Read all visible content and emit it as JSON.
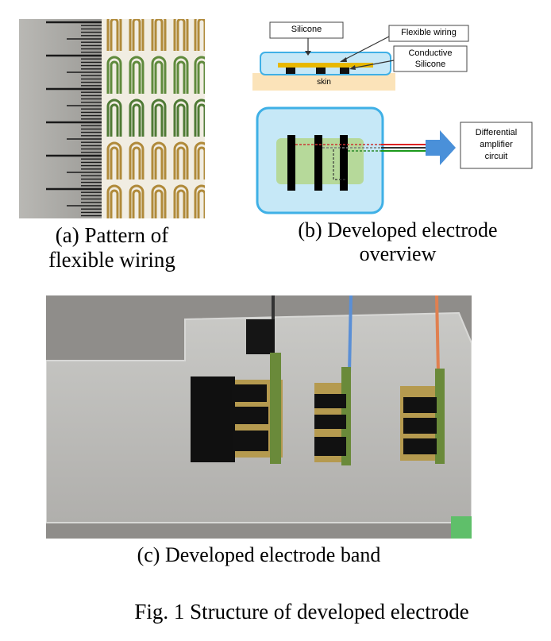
{
  "panel_a": {
    "caption_line1": "(a) Pattern of",
    "caption_line2": "flexible wiring"
  },
  "panel_b": {
    "label_silicone": "Silicone",
    "label_flexible_wiring": "Flexible wiring",
    "label_conductive_silicone_1": "Conductive",
    "label_conductive_silicone_2": "Silicone",
    "label_skin": "skin",
    "label_amplifier_1": "Differential",
    "label_amplifier_2": "amplifier",
    "label_amplifier_3": "circuit",
    "caption_line1": "(b) Developed electrode",
    "caption_line2": "overview",
    "colors": {
      "outer_border": "#3fb0e6",
      "outer_fill": "#c6e8f7",
      "inner_fill": "#b6d99a",
      "skin_fill": "#fbe3b9",
      "flex_wiring": "#e8b800",
      "arrow": "#4a90d9"
    }
  },
  "panel_c": {
    "caption": "(c) Developed electrode band"
  },
  "figure_title": "Fig. 1 Structure of developed electrode"
}
